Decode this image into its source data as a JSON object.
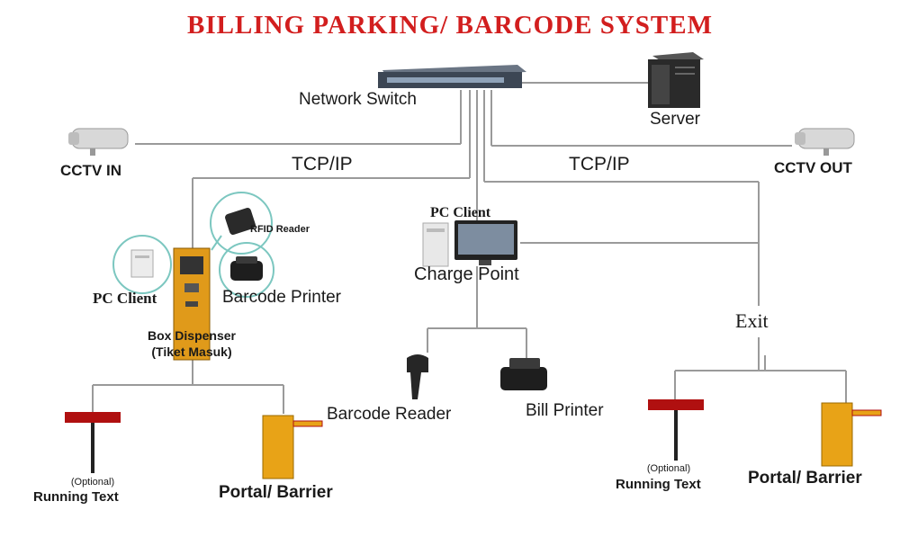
{
  "title": "BILLING PARKING/ BARCODE SYSTEM",
  "labels": {
    "network_switch": "Network Switch",
    "server": "Server",
    "cctv_in": "CCTV IN",
    "cctv_out": "CCTV OUT",
    "tcpip_left": "TCP/IP",
    "tcpip_right": "TCP/IP",
    "pc_client_center": "PC Client",
    "charge_point": "Charge Point",
    "rfid_reader": "RFID Reader",
    "pc_client_left": "PC Client",
    "barcode_printer": "Barcode Printer",
    "box_dispenser_line1": "Box Dispenser",
    "box_dispenser_line2": "(Tiket Masuk)",
    "exit": "Exit",
    "barcode_reader": "Barcode Reader",
    "bill_printer": "Bill Printer",
    "optional_left": "(Optional)",
    "running_text_left": "Running Text",
    "portal_barrier_left": "Portal/ Barrier",
    "optional_right": "(Optional)",
    "running_text_right": "Running Text",
    "portal_barrier_right": "Portal/ Barrier"
  },
  "colors": {
    "title": "#d21e1e",
    "line": "#9a9a9a",
    "barrier": "#e8a317",
    "dispenser": "#e09a1a",
    "sign_red": "#b01010",
    "highlight_circle": "#7cc7c0"
  }
}
